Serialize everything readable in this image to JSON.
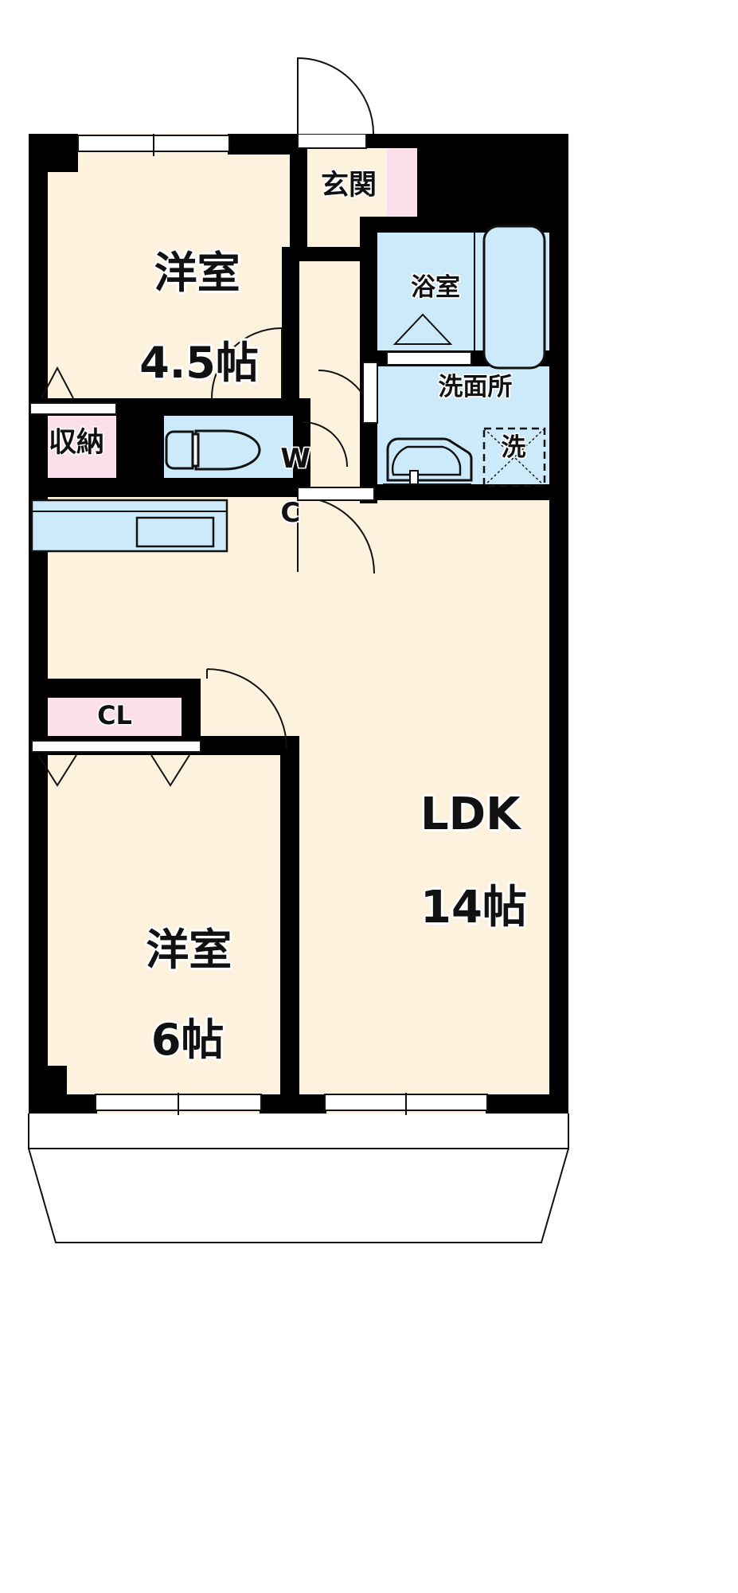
{
  "plan": {
    "title": "apartment-floor-plan",
    "unit_type": "2LDK",
    "colors": {
      "wall": "#000000",
      "floor": "#fdf2dd",
      "water": "#cdeafa",
      "storage": "#fbe0ec",
      "outline": "#000000",
      "background": "#ffffff"
    },
    "rooms": [
      {
        "key": "bedroom_45",
        "label": "洋室",
        "size": "4.5帖",
        "fill": "floor"
      },
      {
        "key": "genkan",
        "label": "玄関",
        "size": "",
        "fill": "floor"
      },
      {
        "key": "bathroom",
        "label": "浴室",
        "size": "",
        "fill": "water"
      },
      {
        "key": "washroom",
        "label": "洗面所",
        "size": "",
        "fill": "water"
      },
      {
        "key": "washer",
        "label": "洗",
        "size": "",
        "fill": "water"
      },
      {
        "key": "storage",
        "label": "収納",
        "size": "",
        "fill": "storage"
      },
      {
        "key": "toilet",
        "label": "W\nC",
        "size": "",
        "fill": "water"
      },
      {
        "key": "closet",
        "label": "CL",
        "size": "",
        "fill": "storage"
      },
      {
        "key": "ldk",
        "label": "LDK",
        "size": "14帖",
        "fill": "floor"
      },
      {
        "key": "bedroom_6",
        "label": "洋室",
        "size": "6帖",
        "fill": "floor"
      }
    ],
    "labels": {
      "bedroom_45_name": "洋室",
      "bedroom_45_size": "4.5帖",
      "genkan": "玄関",
      "bathroom": "浴室",
      "washroom": "洗面所",
      "washer": "洗",
      "storage": "収納",
      "toilet_line1": "W",
      "toilet_line2": "C",
      "closet": "CL",
      "ldk_name": "LDK",
      "ldk_size": "14帖",
      "bedroom_6_name": "洋室",
      "bedroom_6_size": "6帖"
    },
    "fixtures": [
      {
        "name": "bathtub",
        "room": "bathroom"
      },
      {
        "name": "vanity-sink",
        "room": "washroom"
      },
      {
        "name": "washing-machine-space",
        "room": "washroom"
      },
      {
        "name": "toilet-bowl",
        "room": "toilet"
      },
      {
        "name": "kitchen-counter",
        "room": "ldk"
      },
      {
        "name": "kitchen-sink",
        "room": "ldk"
      },
      {
        "name": "entrance-door",
        "room": "genkan"
      },
      {
        "name": "balcony",
        "room": "exterior"
      }
    ]
  }
}
